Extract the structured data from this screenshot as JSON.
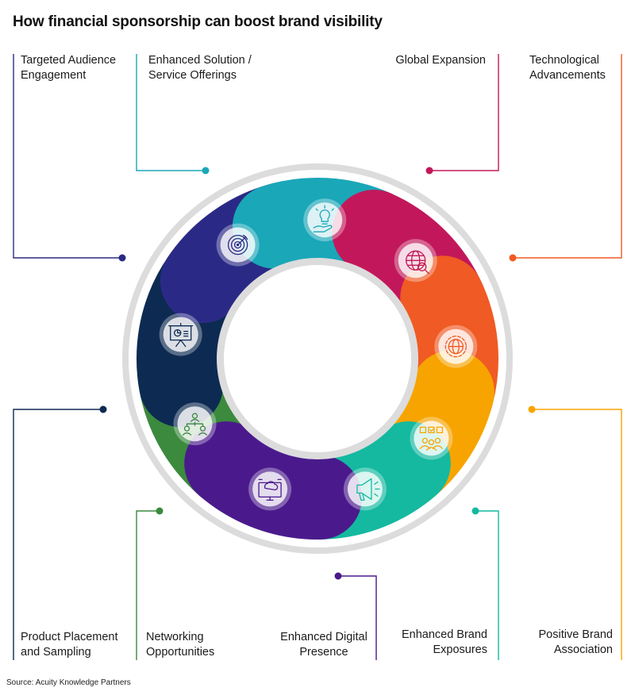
{
  "title": "How financial sponsorship can boost brand visibility",
  "source": "Source: Acuity Knowledge Partners",
  "items": [
    {
      "id": "targeted",
      "line1": "Targeted Audience",
      "line2": "Engagement",
      "color": "#2a2a86",
      "icon": "target-icon"
    },
    {
      "id": "enhanced-solution",
      "line1": "Enhanced Solution /",
      "line2": "Service Offerings",
      "color": "#1aa7b8",
      "icon": "lightbulb-hand-icon"
    },
    {
      "id": "global",
      "line1": "Global Expansion",
      "line2": "",
      "color": "#c2185b",
      "icon": "globe-search-icon"
    },
    {
      "id": "technological",
      "line1": "Technological",
      "line2": "Advancements",
      "color": "#f05a24",
      "icon": "gear-globe-icon"
    },
    {
      "id": "positive",
      "line1": "Positive Brand",
      "line2": "Association",
      "color": "#f7a400",
      "icon": "team-check-icon"
    },
    {
      "id": "exposures",
      "line1": "Enhanced Brand",
      "line2": "Exposures",
      "color": "#14b9a0",
      "icon": "megaphone-icon"
    },
    {
      "id": "digital",
      "line1": "Enhanced Digital",
      "line2": "Presence",
      "color": "#4a1a8c",
      "icon": "cloud-monitor-icon"
    },
    {
      "id": "networking",
      "line1": "Networking",
      "line2": "Opportunities",
      "color": "#3b8a3e",
      "icon": "network-people-icon"
    },
    {
      "id": "product",
      "line1": "Product Placement",
      "line2": "and Sampling",
      "color": "#0d2a52",
      "icon": "presentation-board-icon"
    }
  ]
}
